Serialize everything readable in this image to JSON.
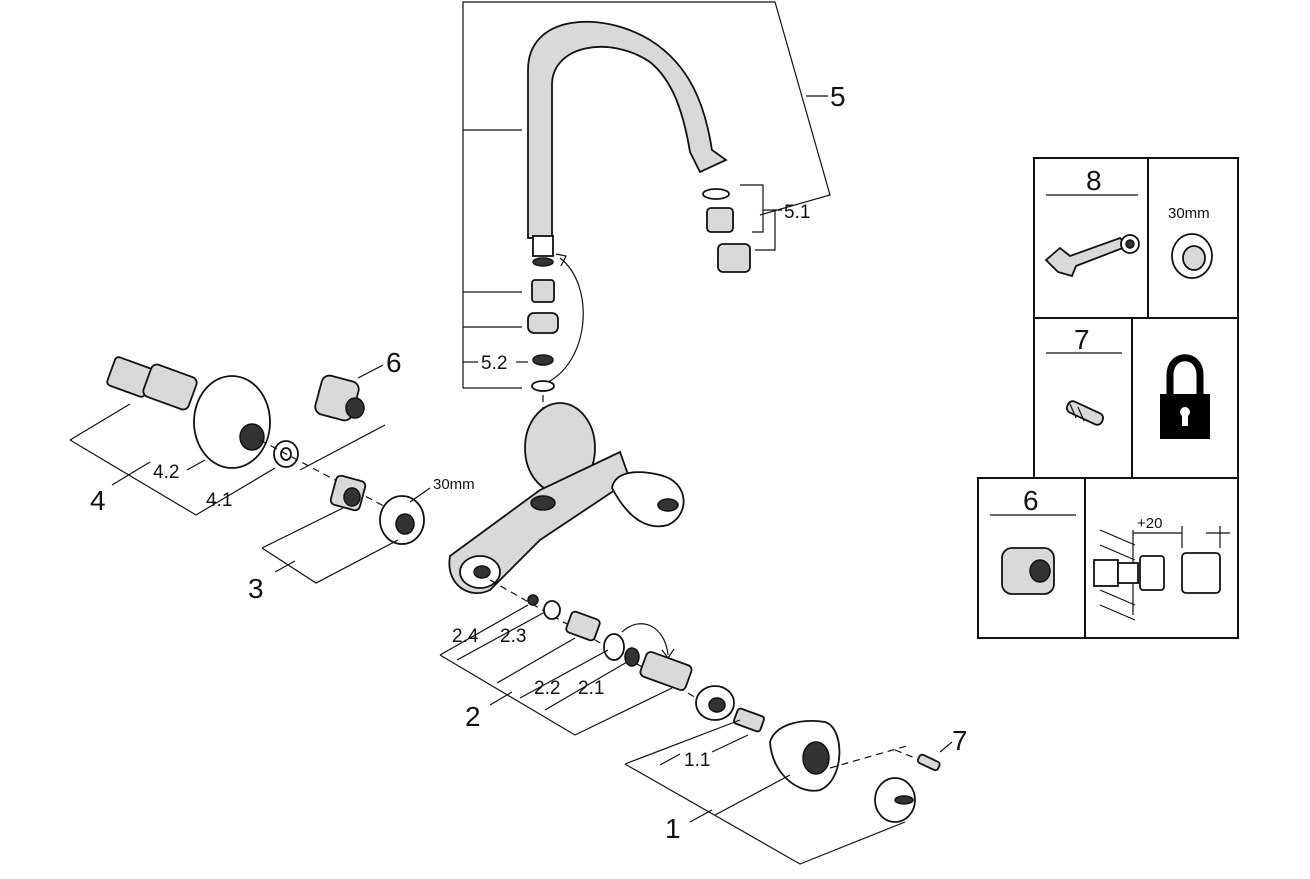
{
  "callouts": {
    "c1": "1",
    "c1_1": "1.1",
    "c2": "2",
    "c2_1": "2.1",
    "c2_2": "2.2",
    "c2_3": "2.3",
    "c2_4": "2.4",
    "c3": "3",
    "c3_size": "30mm",
    "c4": "4",
    "c4_1": "4.1",
    "c4_2": "4.2",
    "c5": "5",
    "c5_1": "5.1",
    "c5_2": "5.2",
    "c6": "6",
    "c7": "7"
  },
  "legend": {
    "wrench": {
      "number": "8",
      "size": "30mm"
    },
    "screw": {
      "number": "7"
    },
    "extension": {
      "number": "6",
      "dimension": "+20"
    }
  },
  "icons": [
    "wrench-icon",
    "nut-icon",
    "screw-icon",
    "padlock-icon",
    "extension-icon",
    "tap-icon"
  ]
}
